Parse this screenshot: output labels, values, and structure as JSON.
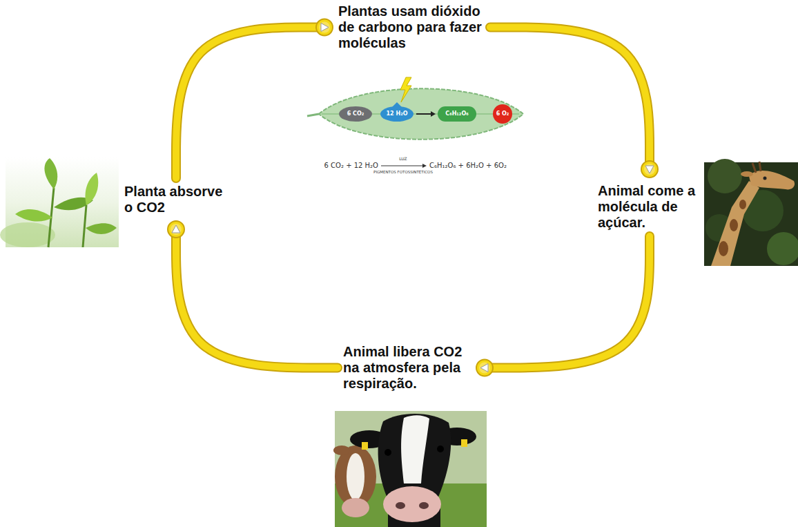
{
  "diagram": {
    "nodes": [
      {
        "text": [
          "Plantas usam dióxido de carbono para fazer moléculas"
        ]
      },
      {
        "text": [
          "Planta absorve o CO2"
        ]
      },
      {
        "text": [
          "Animal come a molécula de açúcar."
        ]
      },
      {
        "text": [
          "Animal libera CO2 na atmosfera pela respiração."
        ]
      }
    ],
    "edges": [
      {
        "from": 0,
        "to": 2,
        "arrow": "to"
      },
      {
        "from": 2,
        "to": 3,
        "arrow": "to"
      },
      {
        "from": 3,
        "to": 1,
        "arrow": "to"
      },
      {
        "from": 1,
        "to": 0,
        "arrow": "to"
      }
    ],
    "labels": [
      "6 CO₂",
      "12 H₂O",
      "C₆H₁₂O₆",
      "6 O₂",
      "6 CO₂ + 12 H₂O",
      "LUZ",
      "PIGMENTOS FOTOSSINTÉTICOS",
      "C₆H₁₂O₆ + 6H₂O + 6O₂"
    ]
  }
}
